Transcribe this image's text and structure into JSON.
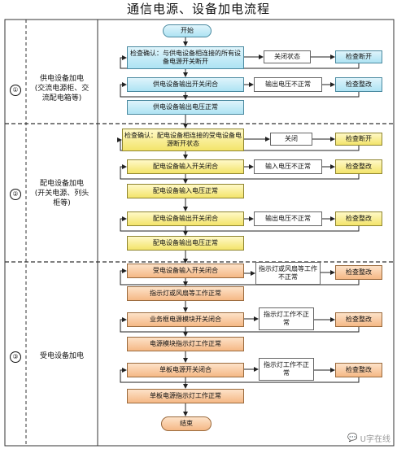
{
  "title": "通信电源、设备加电流程",
  "stages": [
    {
      "num": "①",
      "label": "供电设备加电\n(交流电源柜、交\n流配电箱等)"
    },
    {
      "num": "②",
      "label": "配电设备加电\n(开关电源、列头\n柜等)"
    },
    {
      "num": "③",
      "label": "受电设备加电"
    }
  ],
  "nodes": {
    "start": "开始",
    "s1_check": "检查确认：与供电设备相连接的所有设备电源开关断开",
    "s1_state": "关闭状态",
    "s1_fix_switch": "检查断开",
    "s1_output_close": "供电设备输出开关闭合",
    "s1_output_abnormal": "输出电压不正常",
    "s1_rectify": "检查整改",
    "s1_normal": "供电设备输出电压正常",
    "s2_check": "检查确认：配电设备相连接的受电设备电源断开状态",
    "s2_state": "关闭",
    "s2_fix_switch": "检查断开",
    "s2_input_close": "配电设备输入开关闭合",
    "s2_input_abnormal": "输入电压不正常",
    "s2_rectify_1": "检查整改",
    "s2_input_normal": "配电设备输入电压正常",
    "s2_output_close": "配电设备输出开关闭合",
    "s2_output_abnormal": "输出电压不正常",
    "s2_rectify_2": "检查整改",
    "s2_output_normal": "配电设备输出电压正常",
    "s3_input_close": "受电设备输入开关闭合",
    "s3_light_fan_abnormal": "指示灯或风扇等工作不正常",
    "s3_rectify_1": "检查整改",
    "s3_light_fan_normal": "指示灯或风扇等工作正常",
    "s3_board_close": "业务框电源模块开关闭合",
    "s3_light_abnormal_1": "指示灯工作不正常",
    "s3_rectify_2": "检查整改",
    "s3_module_light_normal": "电源模块指示灯工作正常",
    "s3_single_close": "单板电源开关闭合",
    "s3_light_abnormal_2": "指示灯工作不正常",
    "s3_rectify_3": "检查整改",
    "s3_single_light_normal": "单板电源指示灯工作正常",
    "end": "结束"
  },
  "watermark": "U字在线",
  "colors": {
    "stage1": "#aee3f3",
    "stage2": "#f3e46a",
    "stage3": "#f5b886",
    "arrow": "#222222"
  }
}
